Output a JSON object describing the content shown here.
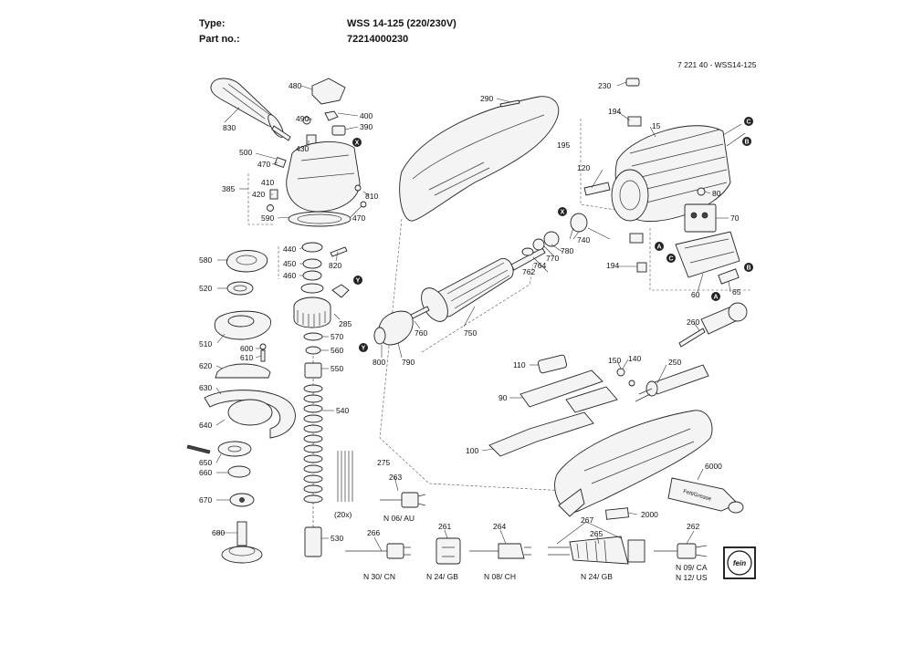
{
  "header": {
    "type_label": "Type:",
    "type_value": "WSS 14-125 (220/230V)",
    "part_label": "Part no.:",
    "part_value": "72214000230",
    "doc_ref": "7 221 40 - WSS14-125"
  },
  "parts": {
    "p480": "480",
    "p830": "830",
    "p490": "490",
    "p400": "400",
    "p390": "390",
    "p430": "430",
    "p500": "500",
    "p470a": "470",
    "p470b": "470",
    "p410": "410",
    "p420": "420",
    "p385": "385",
    "p810": "810",
    "p590": "590",
    "p440": "440",
    "p450": "450",
    "p460": "460",
    "p820": "820",
    "p285": "285",
    "p580": "580",
    "p520": "520",
    "p510": "510",
    "p600": "600",
    "p610": "610",
    "p620": "620",
    "p630": "630",
    "p640": "640",
    "p650": "650",
    "p660": "660",
    "p670": "670",
    "p680": "680",
    "p570": "570",
    "p560": "560",
    "p550": "550",
    "p540": "540",
    "p530": "530",
    "p20x": "(20x)",
    "p290": "290",
    "p230": "230",
    "p194a": "194",
    "p194b": "194",
    "p15": "15",
    "p195": "195",
    "p120": "120",
    "p80": "80",
    "p70": "70",
    "p60": "60",
    "p65": "65",
    "p740": "740",
    "p780": "780",
    "p770": "770",
    "p764": "764",
    "p762": "762",
    "p750": "750",
    "p760": "760",
    "p800": "800",
    "p790": "790",
    "p260": "260",
    "p250": "250",
    "p140": "140",
    "p150": "150",
    "p110": "110",
    "p90": "90",
    "p100": "100",
    "p275": "275",
    "p6000": "6000",
    "p2000": "2000",
    "p263": "263",
    "p266": "266",
    "p261": "261",
    "p264": "264",
    "p267": "267",
    "p265": "265",
    "p262": "262"
  },
  "plug_labels": {
    "n06": "N 06/ AU",
    "n30": "N 30/ CN",
    "n24a": "N 24/ GB",
    "n08": "N 08/ CH",
    "n24b": "N 24/ GB",
    "n09": "N 09/ CA",
    "n12": "N 12/ US"
  },
  "connectors": {
    "x1": "X",
    "x2": "X",
    "y1": "Y",
    "y2": "Y",
    "a1": "A",
    "a2": "A",
    "b1": "B",
    "b2": "B",
    "c1": "C",
    "c2": "C"
  },
  "tube_text": "Fett/Grease",
  "logo_text": "fein"
}
